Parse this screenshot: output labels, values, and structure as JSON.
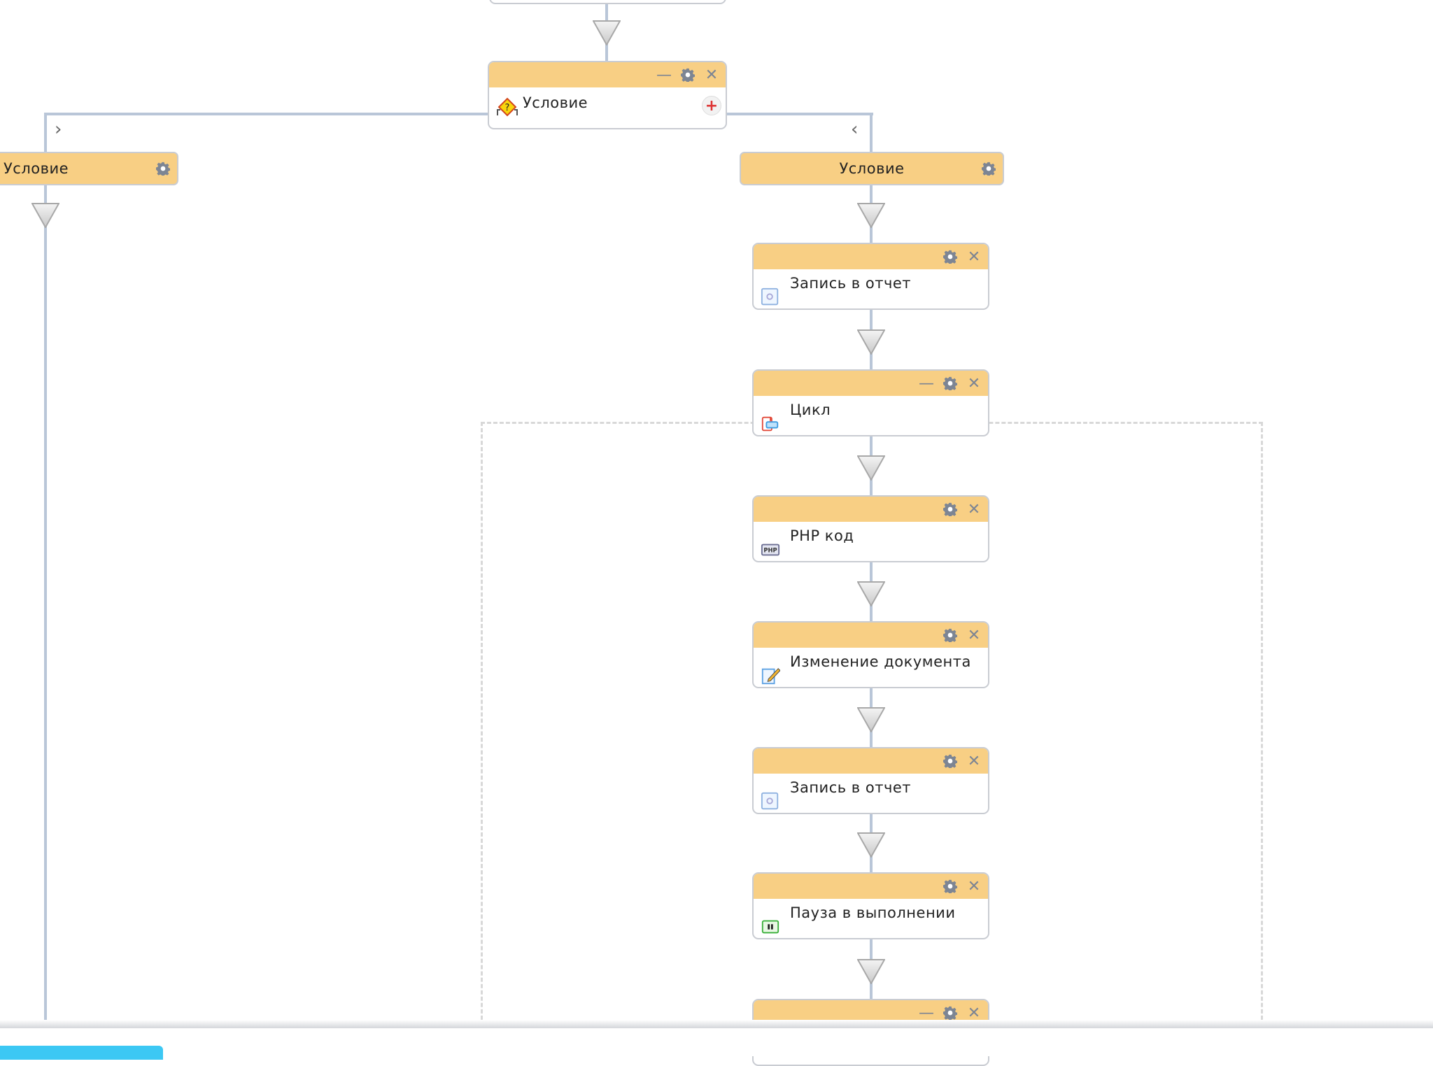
{
  "top_node": {
    "label": "Условие",
    "icon": "condition-icon",
    "add_icon": "plus-circle-icon"
  },
  "branches": [
    {
      "label": "Условие",
      "direction_icon": "chevron-right-icon"
    },
    {
      "label": "Условие",
      "direction_icon": "chevron-left-icon"
    }
  ],
  "nodes": [
    {
      "label": "Запись в отчет",
      "icon": "report-icon",
      "minimize": false
    },
    {
      "label": "Цикл",
      "icon": "loop-icon",
      "minimize": true
    },
    {
      "label": "PHP код",
      "icon": "php-icon",
      "minimize": false
    },
    {
      "label": "Изменение документа",
      "icon": "edit-document-icon",
      "minimize": false
    },
    {
      "label": "Запись в отчет",
      "icon": "report-icon",
      "minimize": false
    },
    {
      "label": "Пауза в выполнении",
      "icon": "pause-icon",
      "minimize": false
    },
    {
      "label": "",
      "icon": "",
      "minimize": true
    }
  ],
  "colors": {
    "header": "#f8cf84",
    "connector": "#b9c6d8",
    "button": "#3cc8f4"
  }
}
